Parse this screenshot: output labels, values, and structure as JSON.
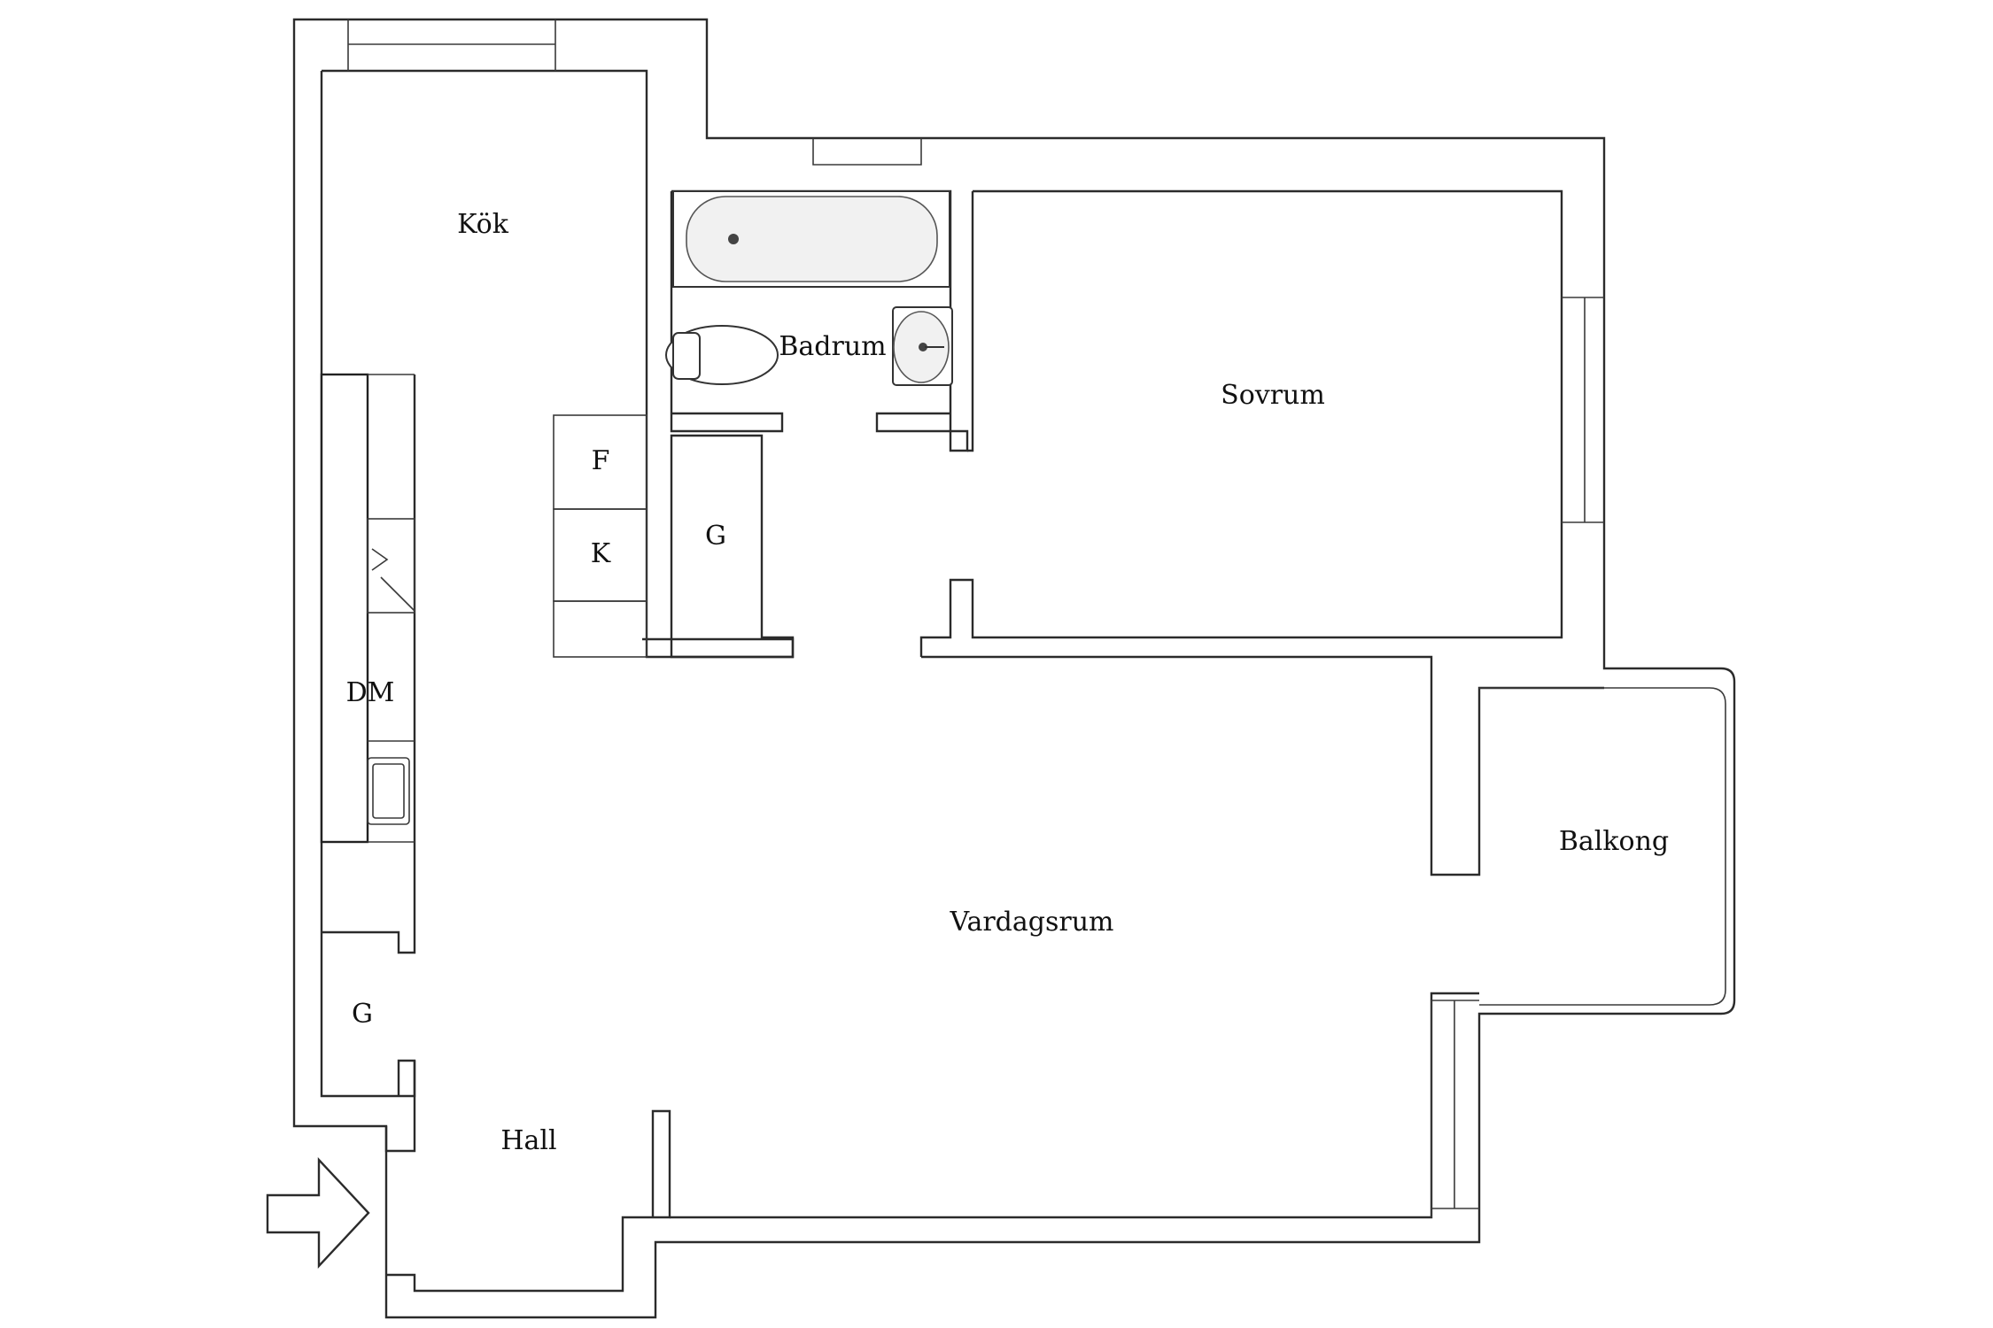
{
  "rooms": {
    "kok": "Kök",
    "badrum": "Badrum",
    "sovrum": "Sovrum",
    "balkong": "Balkong",
    "vardagsrum": "Vardagsrum",
    "hall": "Hall"
  },
  "fixtures": {
    "fridge": "F",
    "freezer": "K",
    "closet_bath": "G",
    "dishwasher": "DM",
    "closet_hall": "G"
  },
  "icons": {
    "entrance": "entrance-arrow-icon"
  }
}
